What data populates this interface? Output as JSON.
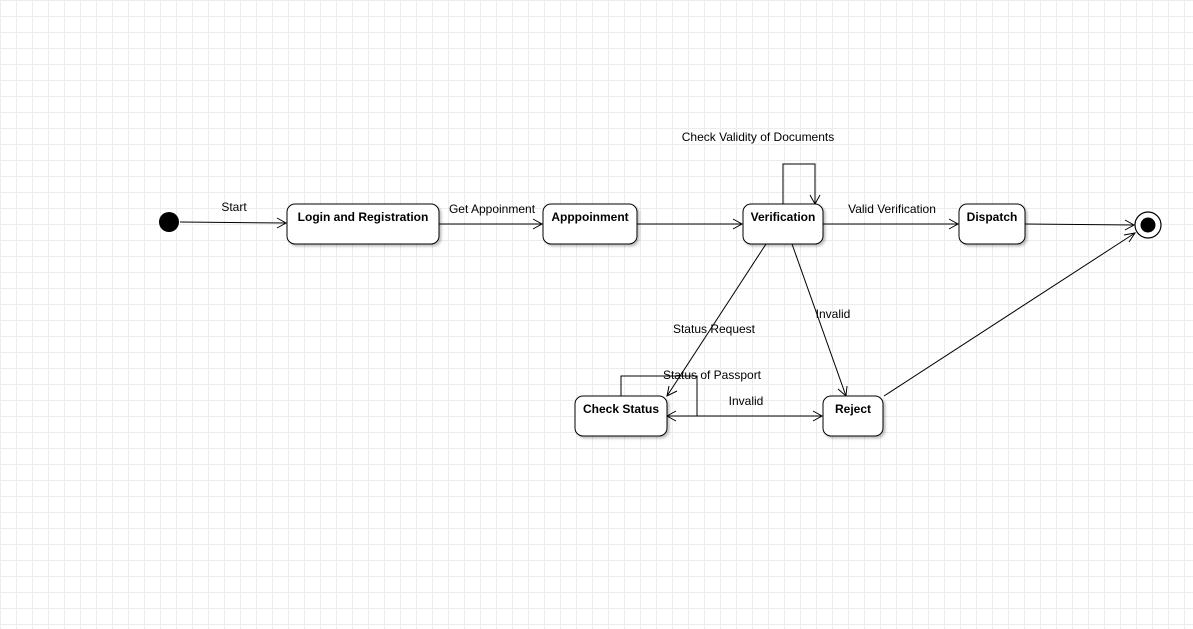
{
  "diagram": {
    "states": {
      "login": "Login and Registration",
      "appointment": "Apppoinment",
      "verification": "Verification",
      "dispatch": "Dispatch",
      "check_status": "Check Status",
      "reject": "Reject"
    },
    "edges": {
      "start": "Start",
      "get_appointment": "Get Appoinment",
      "check_validity": "Check Validity of Documents",
      "valid_verification": "Valid Verification",
      "status_request": "Status Request",
      "invalid_verification": "Invalid",
      "status_of_passport": "Status of Passport",
      "invalid_check": "Invalid"
    },
    "colors": {
      "stroke": "#000000",
      "fill": "#ffffff",
      "grid": "#ececec"
    }
  }
}
